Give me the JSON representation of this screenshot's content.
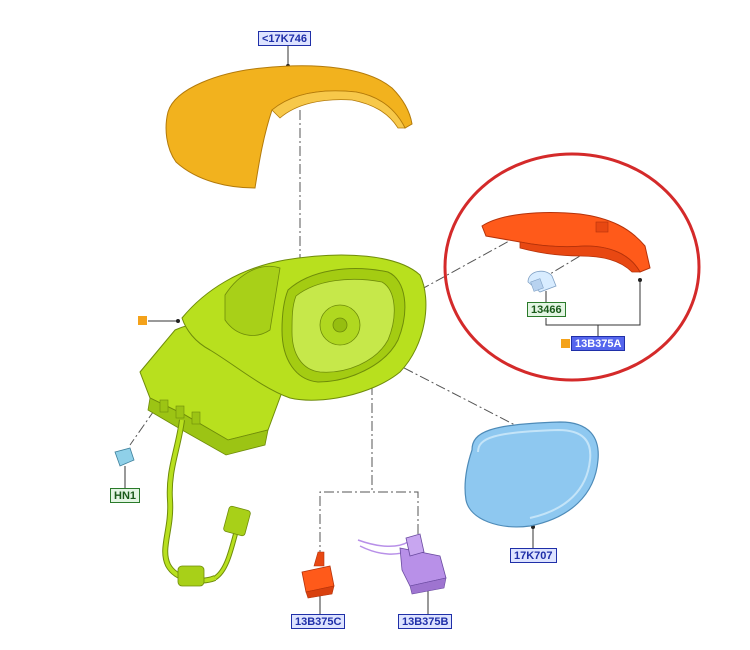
{
  "callouts": {
    "cap": "<17K746",
    "bulb": "13466",
    "lamp_assembly": "13B375A",
    "harness_connector": "HN1",
    "glass": "17K707",
    "lamp_c": "13B375C",
    "lamp_b": "13B375B"
  },
  "colors": {
    "cap": "#f2b21e",
    "mirror_body": "#b8e01e",
    "lamp_assembly": "#ff5a1a",
    "glass": "#8ec8f0",
    "lamp_b": "#b890e8",
    "highlight_circle": "#d42a2a",
    "marker": "#f4a21a"
  }
}
